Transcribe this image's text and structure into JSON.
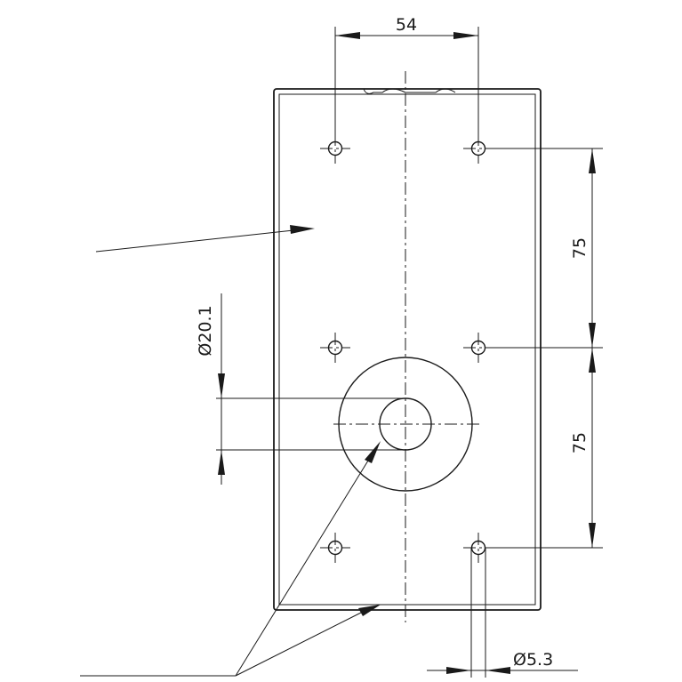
{
  "dimensions": {
    "hole_spacing_horizontal": "54",
    "hole_spacing_vertical_upper": "75",
    "hole_spacing_vertical_lower": "75",
    "center_hole_diameter": "Ø20.1",
    "mount_hole_diameter": "Ø5.3"
  }
}
